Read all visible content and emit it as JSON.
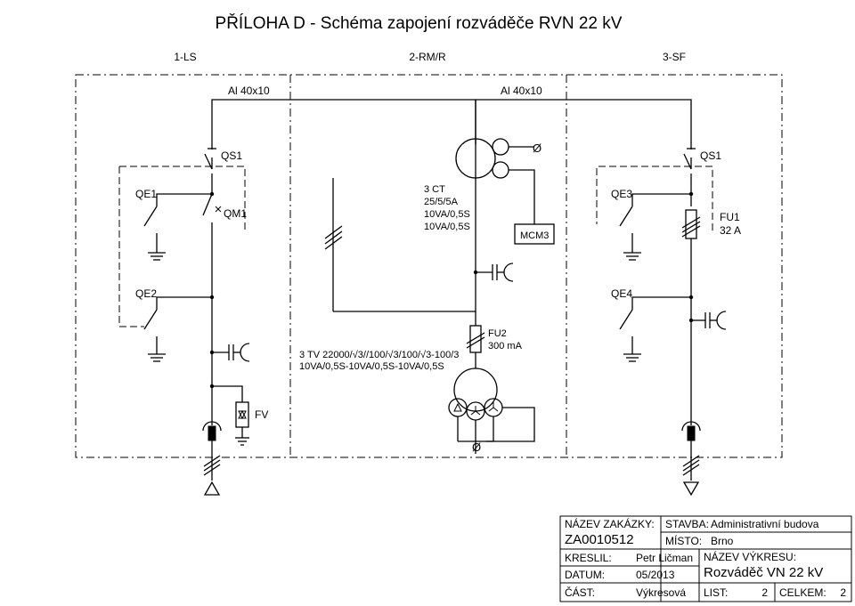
{
  "title": "PŘÍLOHA D - Schéma zapojení rozváděče RVN 22 kV",
  "fields": {
    "f1": "1-LS",
    "f2": "2-RM/R",
    "f3": "3-SF"
  },
  "busbar": {
    "left": "Al 40x10",
    "right": "Al 40x10"
  },
  "labels": {
    "qs1_left": "QS1",
    "qs1_right": "QS1",
    "qe1": "QE1",
    "qm1": "QM1",
    "qe2": "QE2",
    "qe3": "QE3",
    "qe4": "QE4",
    "fu1_name": "FU1",
    "fu1_rating": "32 A",
    "fu2_name": "FU2",
    "fu2_rating": "300 mA",
    "fv": "FV",
    "mcm3": "MCM3",
    "phi_top": "Ø",
    "phi_bottom": "Ø"
  },
  "ct": {
    "line1": "3 CT",
    "line2": "25/5/5A",
    "line3": "10VA/0,5S",
    "line4": "10VA/0,5S"
  },
  "tv": {
    "line1": "3 TV 22000/√3//100/√3/100/√3-100/3",
    "line2": "10VA/0,5S-10VA/0,5S-10VA/0,5S"
  },
  "titleblock": {
    "zakazka_label": "NÁZEV ZAKÁZKY:",
    "zakazka_value": "ZA0010512",
    "stavba_label": "STAVBA:",
    "stavba_value": "Administrativní budova",
    "misto_label": "MÍSTO:",
    "misto_value": "Brno",
    "kreslil_label": "KRESLIL:",
    "kreslil_value": "Petr Ličman",
    "vykres_label": "NÁZEV VÝKRESU:",
    "vykres_value": "Rozváděč VN 22 kV",
    "datum_label": "DATUM:",
    "datum_value": "05/2013",
    "cast_label": "ČÁST:",
    "cast_value": "Výkresová",
    "list_label": "LIST:",
    "list_value": "2",
    "celkem_label": "CELKEM:",
    "celkem_value": "2"
  }
}
